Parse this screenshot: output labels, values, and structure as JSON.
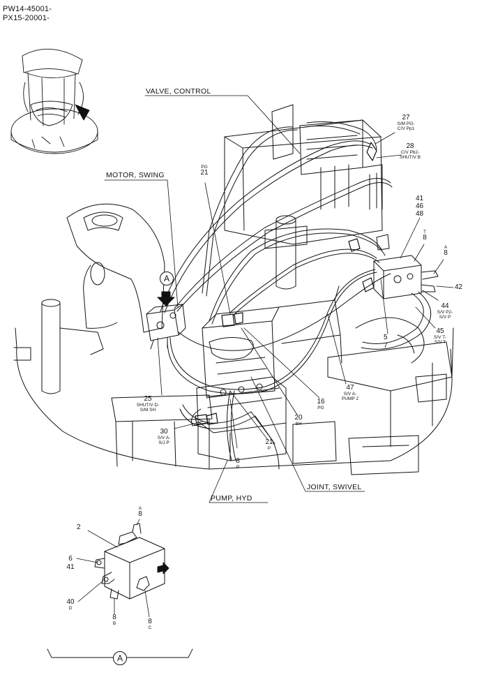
{
  "header": {
    "line1": "PW14-45001-",
    "line2": "PX15-20001-"
  },
  "titles": {
    "valve": "VALVE, CONTROL",
    "motor": "MOTOR, SWING",
    "pump": "PUMP, HYD",
    "joint": "JOINT, SWIVEL"
  },
  "callouts": {
    "c27": {
      "num": "27",
      "sub1": "S/M PG-",
      "sub2": "C/V Pp1"
    },
    "c28": {
      "num": "28",
      "sub1": "C/V Pb2-",
      "sub2": "SHUT/V B"
    },
    "c41": "41",
    "c46": "46",
    "c48": "48",
    "cT": {
      "letter": "T",
      "num": "8"
    },
    "cA": {
      "letter": "A",
      "num": "8"
    },
    "c42": "42",
    "c44": {
      "num": "44",
      "sub1": "S/V P2-",
      "sub2": "S/V P"
    },
    "c45": {
      "num": "45",
      "sub1": "S/V T-",
      "sub2": "S/V T"
    },
    "c5": "5",
    "c7": "7",
    "c47": {
      "num": "47",
      "sub1": "S/V A-",
      "sub2": "PUMP 2"
    },
    "c16": {
      "num": "16",
      "sub1": "PG"
    },
    "c20": {
      "num": "20",
      "sub1": "SH"
    },
    "c21a": {
      "letter": "PG",
      "num": "21"
    },
    "c21b": {
      "num": "21",
      "sub1": "P"
    },
    "c8p": {
      "num": "8",
      "sub1": "P"
    },
    "c25": {
      "num": "25",
      "sub1": "SHUT/V D-",
      "sub2": "S/M SH"
    },
    "c30": {
      "num": "30",
      "sub1": "S/V A-",
      "sub2": "S/J P"
    }
  },
  "detail": {
    "marker": "A",
    "viewMarker": "A",
    "c2": "2",
    "cA": {
      "letter": "A",
      "num": "8"
    },
    "c6": "6",
    "c41": "41",
    "c40": {
      "num": "40",
      "sub1": "D"
    },
    "c8b": {
      "num": "8",
      "sub1": "B"
    },
    "c8c": {
      "num": "8",
      "sub1": "C"
    }
  }
}
